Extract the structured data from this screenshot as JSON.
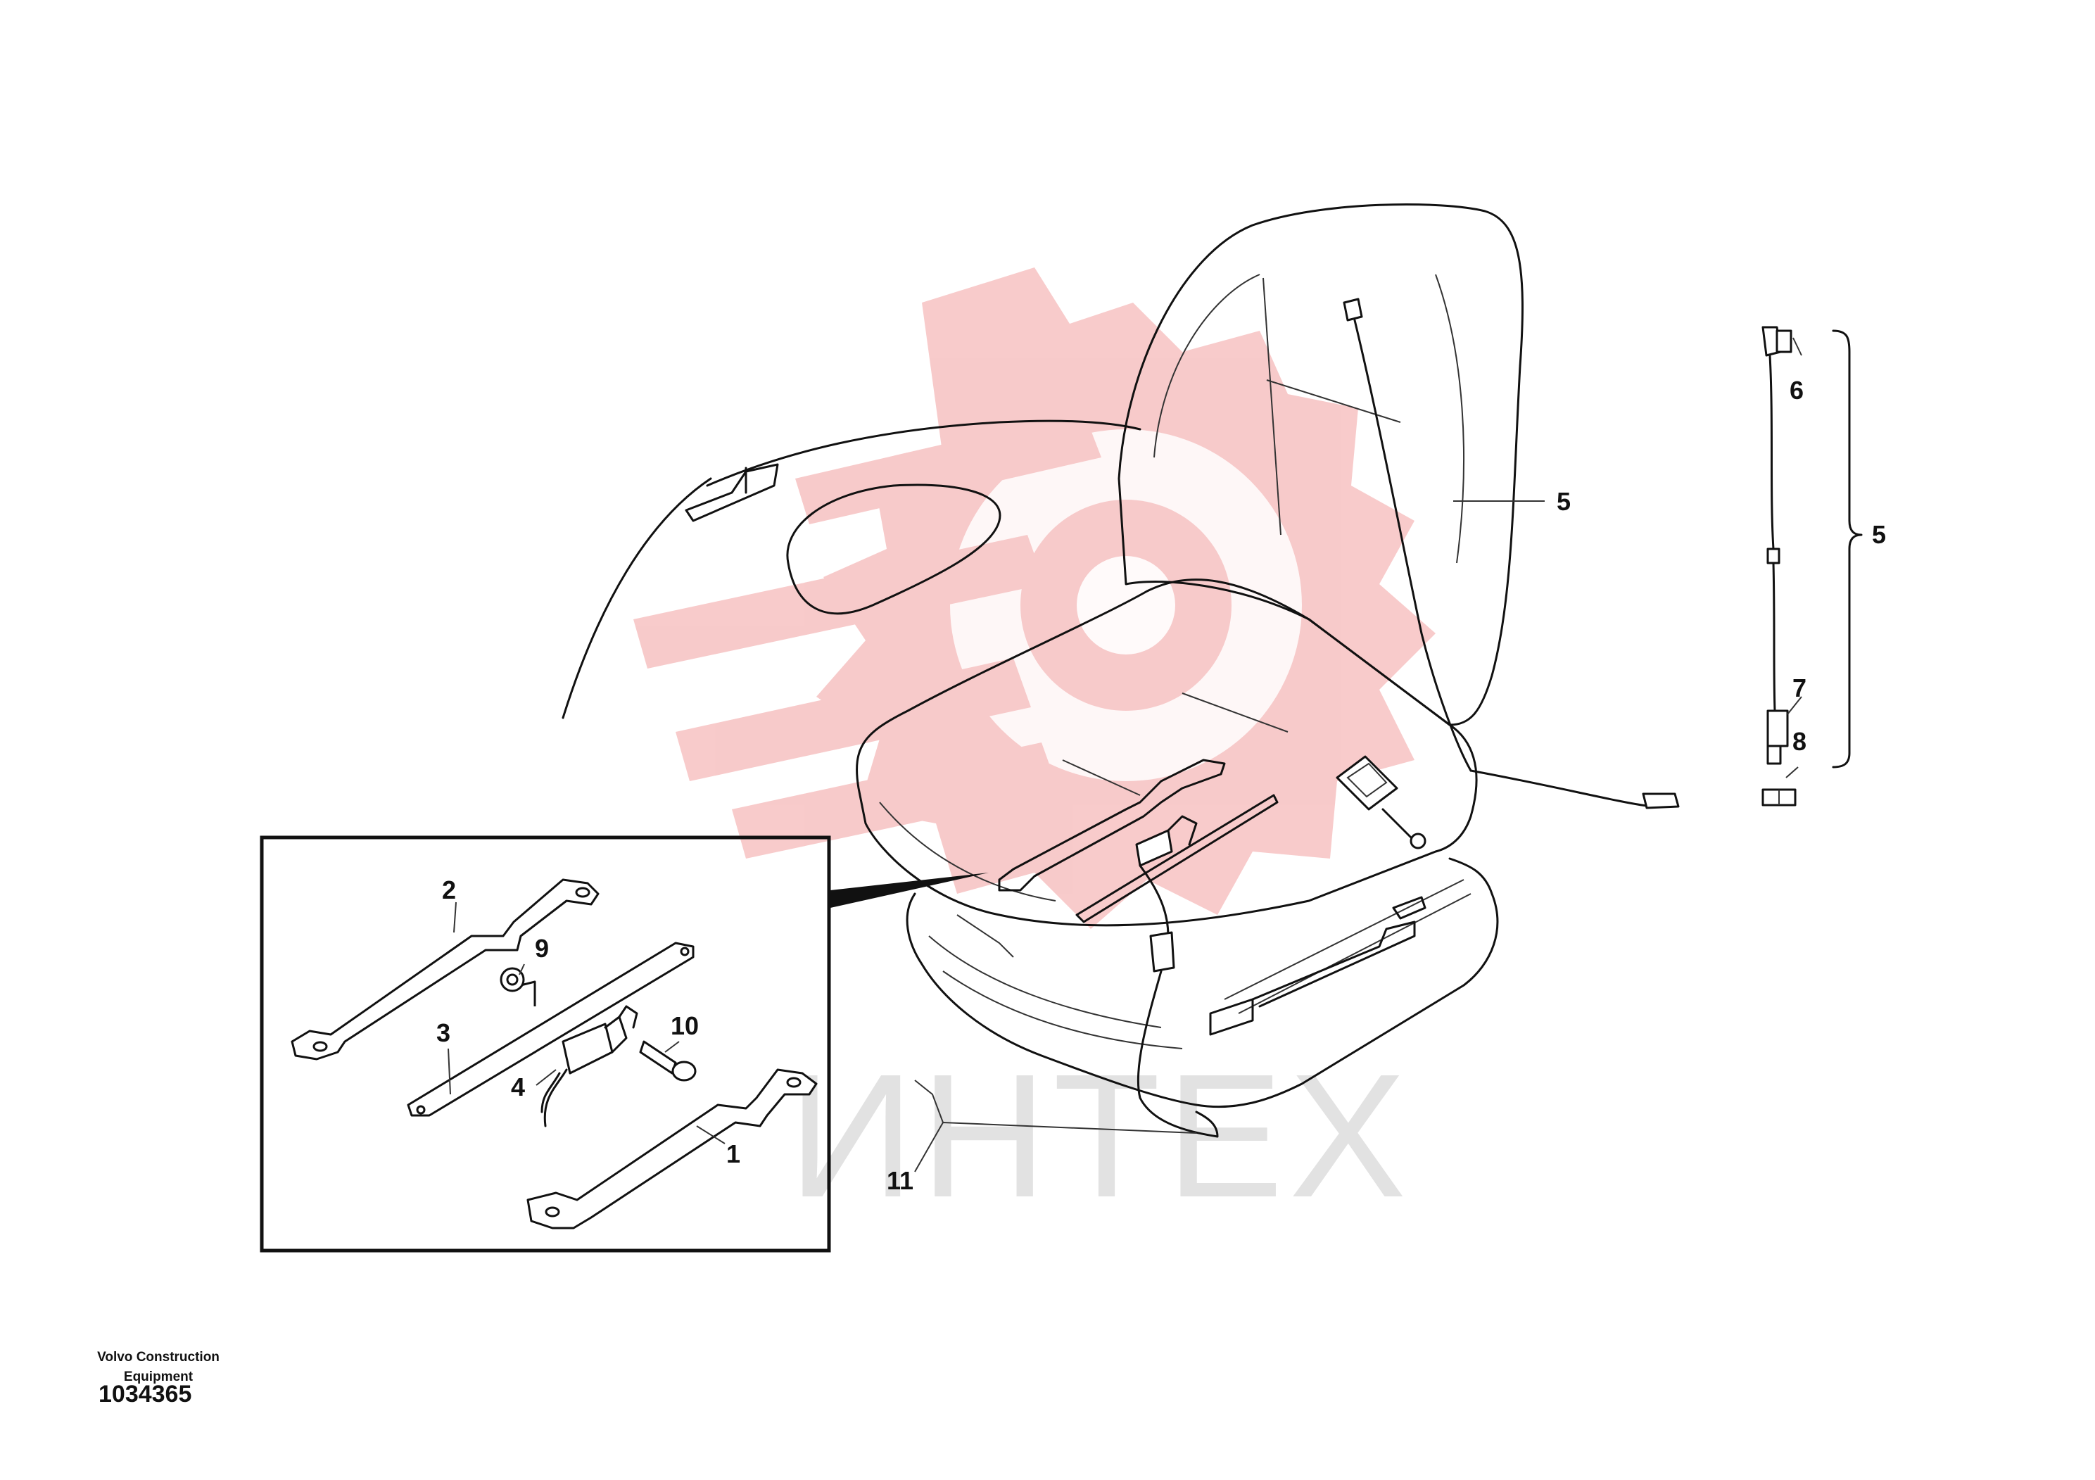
{
  "colors": {
    "line": "#111111",
    "watermark_logo": "#f7c5c5",
    "watermark_text": "#e2e2e2"
  },
  "watermark": {
    "text": "ИНТЕХ",
    "icon": "gear-logo-icon"
  },
  "callouts": {
    "c1": "1",
    "c2": "2",
    "c3": "3",
    "c4": "4",
    "c5_main": "5",
    "c5_group": "5",
    "c6": "6",
    "c7": "7",
    "c8": "8",
    "c9": "9",
    "c10": "10",
    "c11": "11"
  },
  "footer": {
    "brand": "Volvo Construction Equipment",
    "drawing_number": "1034365"
  }
}
